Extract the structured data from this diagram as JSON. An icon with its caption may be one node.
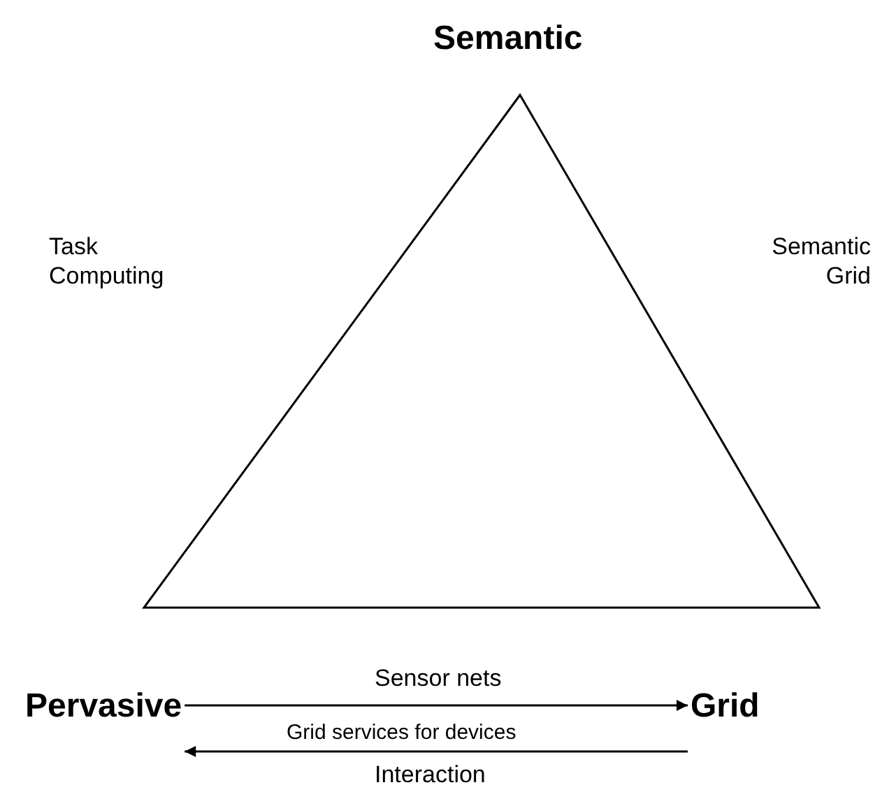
{
  "diagram": {
    "nodes": [
      {
        "text": [
          "Semantic"
        ]
      },
      {
        "text": [
          "Pervasive"
        ]
      },
      {
        "text": [
          "Grid"
        ]
      }
    ],
    "edges": [
      {
        "from": 1,
        "to": 2,
        "arrow": "to",
        "label": "Sensor nets"
      },
      {
        "from": 2,
        "to": 1,
        "arrow": "to",
        "label": "Interaction"
      }
    ],
    "labels": [
      "Task Computing",
      "Semantic Grid",
      "Grid services for devices"
    ]
  }
}
